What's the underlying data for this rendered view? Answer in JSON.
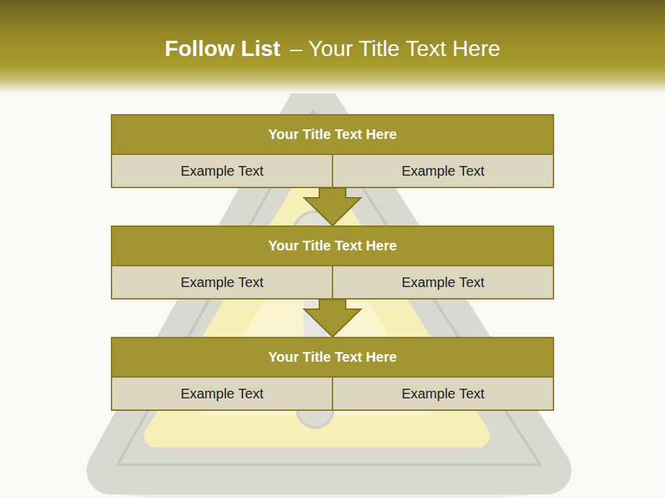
{
  "diagram": {
    "title": "Follow List",
    "nodes": [
      {
        "text": [
          "Your Title Text Here"
        ]
      },
      {
        "text": [
          "Example Text"
        ],
        "in": 0
      },
      {
        "text": [
          "Example Text"
        ],
        "in": 0
      },
      {
        "text": [
          "Your Title Text Here"
        ]
      },
      {
        "text": [
          "Example Text"
        ],
        "in": 3
      },
      {
        "text": [
          "Example Text"
        ],
        "in": 3
      },
      {
        "text": [
          "Your Title Text Here"
        ]
      },
      {
        "text": [
          "Example Text"
        ],
        "in": 6
      },
      {
        "text": [
          "Example Text"
        ],
        "in": 6
      }
    ],
    "edges": [
      {
        "from": 0,
        "to": 3,
        "arrow": "to"
      },
      {
        "from": 3,
        "to": 6,
        "arrow": "to"
      }
    ],
    "labels": [
      "– Your Title Text Here"
    ]
  }
}
